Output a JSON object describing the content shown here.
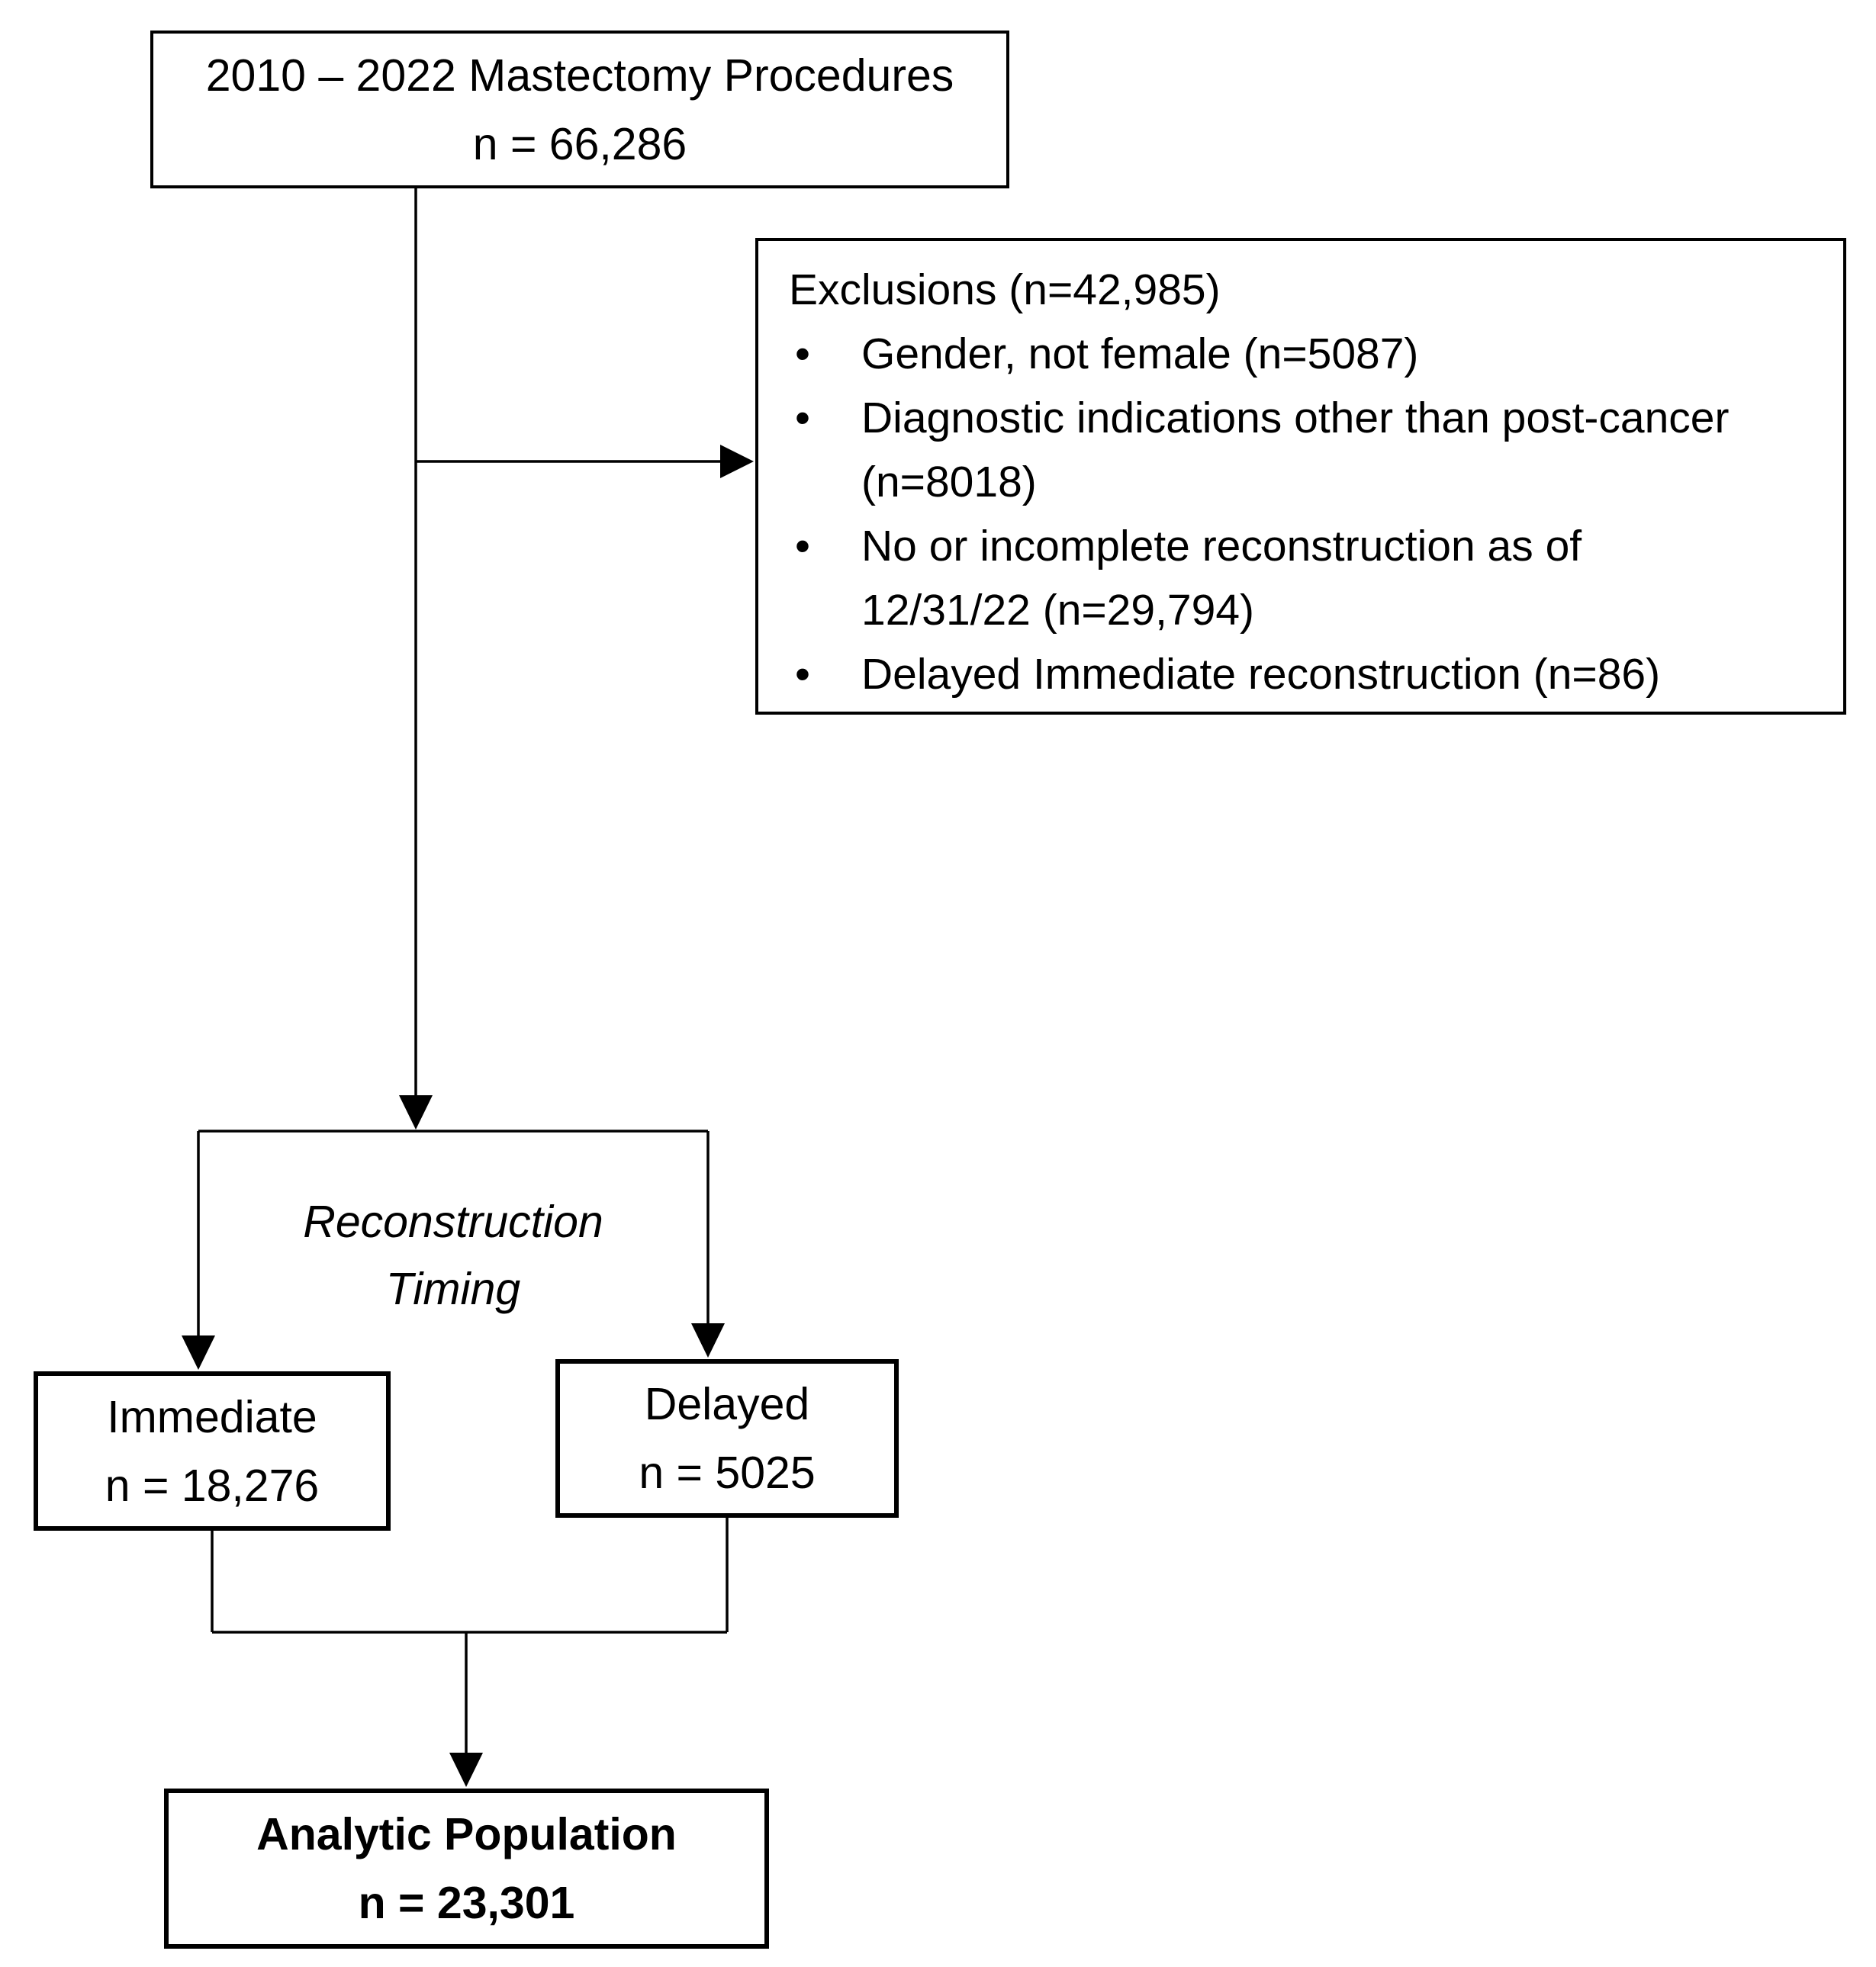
{
  "diagram": {
    "top_box": {
      "line1": "2010 – 2022 Mastectomy Procedures",
      "line2": "n = 66,286"
    },
    "exclusions": {
      "title": "Exclusions (n=42,985)",
      "items": [
        "Gender, not female (n=5087)",
        "Diagnostic indications other than post-cancer\n(n=8018)",
        "No or incomplete reconstruction as of\n12/31/22 (n=29,794)",
        "Delayed Immediate reconstruction (n=86)"
      ]
    },
    "branch_label": {
      "line1": "Reconstruction",
      "line2": "Timing"
    },
    "immediate_box": {
      "line1": "Immediate",
      "line2": "n = 18,276"
    },
    "delayed_box": {
      "line1": "Delayed",
      "line2": "n = 5025"
    },
    "analytic_box": {
      "line1": "Analytic Population",
      "line2": "n = 23,301"
    },
    "colors": {
      "line": "#000000",
      "background": "#ffffff",
      "text": "#000000"
    }
  }
}
